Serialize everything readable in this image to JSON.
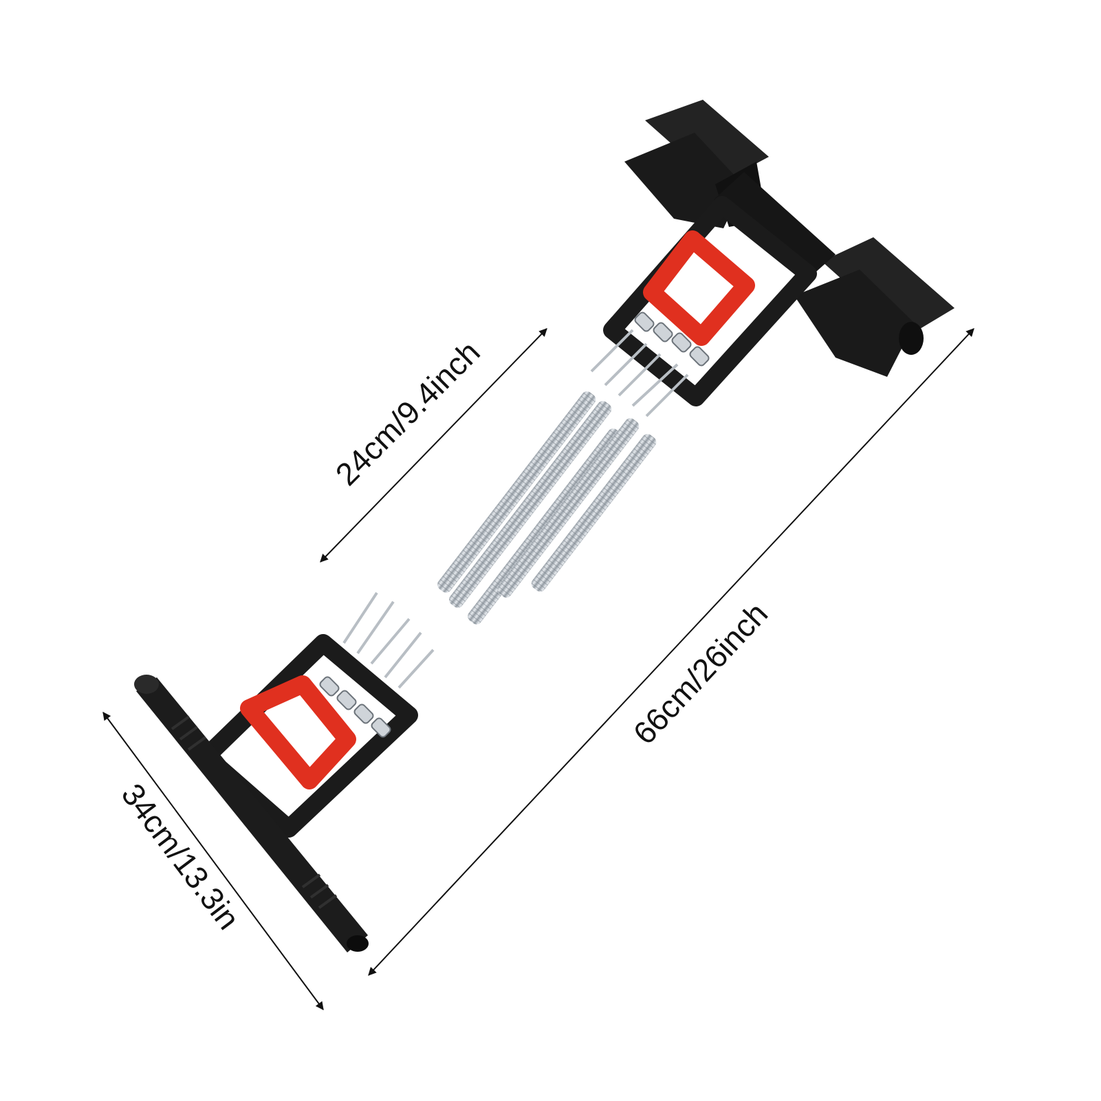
{
  "dimensions": {
    "spring_length": "24cm/9.4inch",
    "total_length": "66cm/26inch",
    "handle_width": "34cm/13.3in"
  },
  "colors": {
    "background": "#ffffff",
    "frame": "#1b1b1b",
    "handle_accent": "#e0301f",
    "spring": "#c3c9cf",
    "arrow": "#111111"
  },
  "icons": {
    "product": "chest-expander-icon"
  }
}
